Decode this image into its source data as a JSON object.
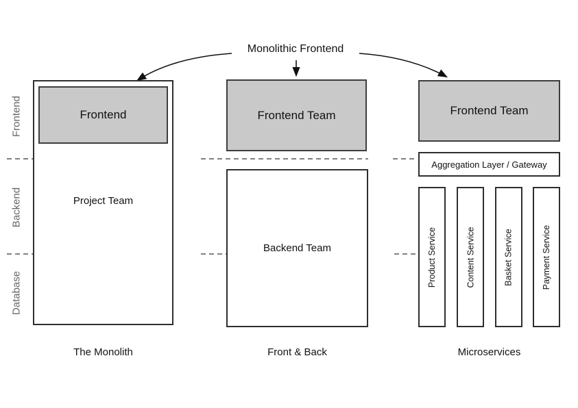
{
  "title": "Monolithic Frontend",
  "lanes": [
    {
      "label": "Frontend"
    },
    {
      "label": "Backend"
    },
    {
      "label": "Database"
    }
  ],
  "columns": {
    "monolith": {
      "caption": "The Monolith",
      "frontend_box": "Frontend",
      "body": "Project Team"
    },
    "front_back": {
      "caption": "Front & Back",
      "frontend_box": "Frontend Team",
      "backend_box": "Backend Team"
    },
    "microservices": {
      "caption": "Microservices",
      "frontend_box": "Frontend Team",
      "gateway": "Aggregation Layer / Gateway",
      "services": [
        "Product Service",
        "Content Service",
        "Basket Service",
        "Payment Service"
      ]
    }
  },
  "colors": {
    "box_fill": "#c9c9c9",
    "box_border": "#3d3d3d",
    "outline": "#2e2e2e",
    "lane_label": "#666666",
    "dash": "#808080",
    "arrow": "#111111",
    "text": "#111111"
  }
}
